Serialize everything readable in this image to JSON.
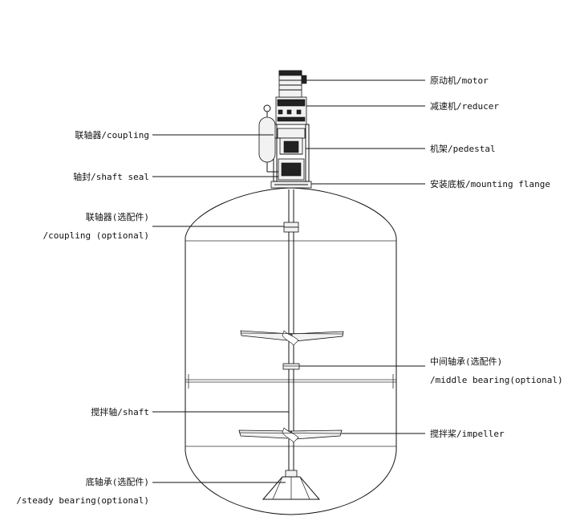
{
  "labels": {
    "motor": "原动机/motor",
    "reducer": "减速机/reducer",
    "coupling": "联轴器/coupling",
    "pedestal": "机架/pedestal",
    "shaft_seal": "轴封/shaft seal",
    "mounting_flange": "安装底板/mounting flange",
    "coupling_optional_cn": "联轴器(选配件)",
    "coupling_optional_en": "/coupling (optional)",
    "middle_bearing_cn": "中间轴承(选配件)",
    "middle_bearing_en": "/middle bearing(optional)",
    "shaft": "搅拌轴/shaft",
    "impeller": "搅拌桨/impeller",
    "steady_bearing_cn": "底轴承(选配件)",
    "steady_bearing_en": "/steady bearing(optional)"
  },
  "colors": {
    "line": "#111111",
    "background": "#ffffff"
  }
}
